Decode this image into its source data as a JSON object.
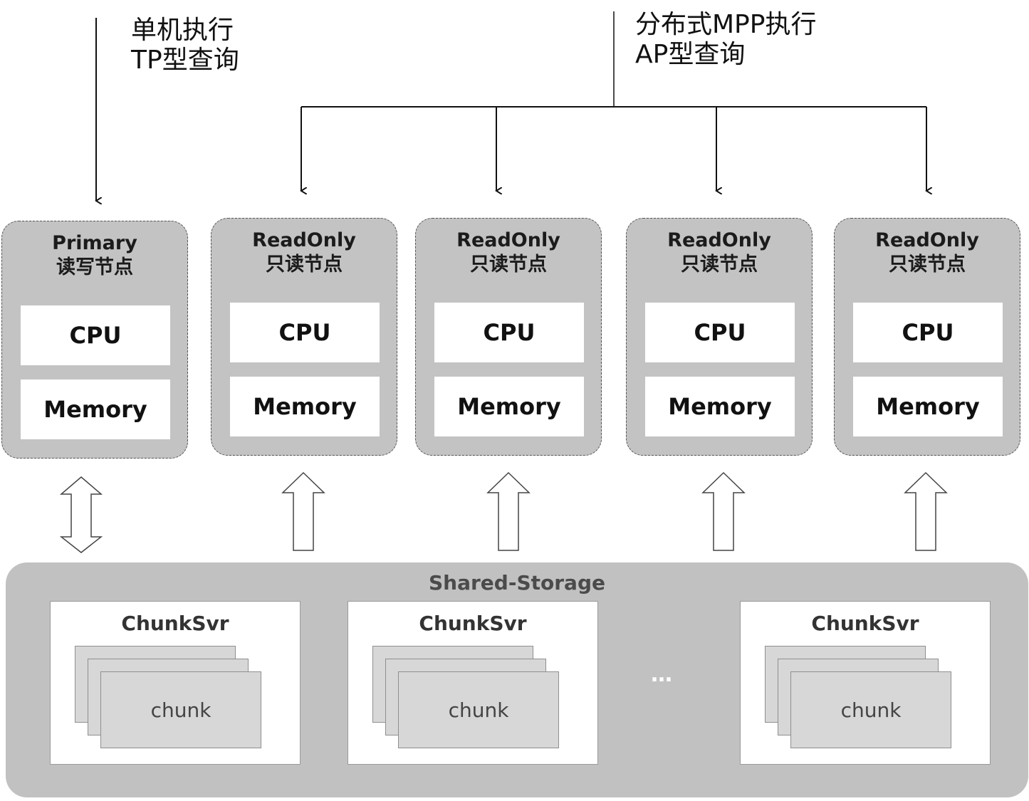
{
  "top_labels": {
    "tp_line1": "单机执行",
    "tp_line2": "TP型查询",
    "ap_line1": "分布式MPP执行",
    "ap_line2": "AP型查询"
  },
  "nodes": [
    {
      "title": "Primary",
      "subtitle": "读写节点",
      "cpu": "CPU",
      "memory": "Memory"
    },
    {
      "title": "ReadOnly",
      "subtitle": "只读节点",
      "cpu": "CPU",
      "memory": "Memory"
    },
    {
      "title": "ReadOnly",
      "subtitle": "只读节点",
      "cpu": "CPU",
      "memory": "Memory"
    },
    {
      "title": "ReadOnly",
      "subtitle": "只读节点",
      "cpu": "CPU",
      "memory": "Memory"
    },
    {
      "title": "ReadOnly",
      "subtitle": "只读节点",
      "cpu": "CPU",
      "memory": "Memory"
    }
  ],
  "storage": {
    "title": "Shared-Storage",
    "servers": [
      {
        "title": "ChunkSvr",
        "chunk": "chunk"
      },
      {
        "title": "ChunkSvr",
        "chunk": "chunk"
      },
      {
        "title": "ChunkSvr",
        "chunk": "chunk"
      }
    ],
    "ellipsis": "…"
  }
}
